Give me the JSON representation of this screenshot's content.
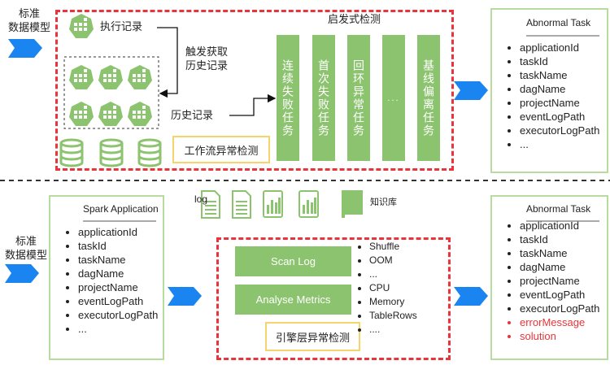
{
  "top": {
    "input_label": "标准\n数据模型",
    "exec_record": "执行记录",
    "trigger_label": "触发获取\n历史记录",
    "history_record": "历史记录",
    "workflow_detection": "工作流异常检测",
    "heuristic_title": "启发式检测",
    "columns": [
      "连续失败任务",
      "首次失败任务",
      "回环异常任务",
      "...",
      "基线偏离任务"
    ],
    "output": {
      "title": "Abnormal Task",
      "items": [
        "applicationId",
        "taskId",
        "taskName",
        "dagName",
        "projectName",
        "eventLogPath",
        "executorLogPath",
        "..."
      ]
    }
  },
  "bottom": {
    "input_label": "标准\n数据模型",
    "spark": {
      "title": "Spark Application",
      "items": [
        "applicationId",
        "taskId",
        "taskName",
        "dagName",
        "projectName",
        "eventLogPath",
        "executorLogPath",
        "..."
      ]
    },
    "log_label": "log",
    "knowledge_label": "知识库",
    "scan_log": "Scan Log",
    "analyse_metrics": "Analyse Metrics",
    "log_items": [
      "Shuffle",
      "OOM",
      "..."
    ],
    "metric_items": [
      "CPU",
      "Memory",
      "TableRows",
      "...."
    ],
    "engine_detection": "引擎层异常检测",
    "output": {
      "title": "Abnormal Task",
      "items": [
        "applicationId",
        "taskId",
        "taskName",
        "dagName",
        "projectName",
        "eventLogPath",
        "executorLogPath"
      ],
      "highlight_items": [
        "errorMessage",
        "solution"
      ]
    }
  },
  "colors": {
    "red_dash": "#e8343a",
    "green": "#8cc36e",
    "blue_arrow": "#1a85f0",
    "highlight_text": "#e8343a",
    "yellow": "#f6d36b"
  }
}
